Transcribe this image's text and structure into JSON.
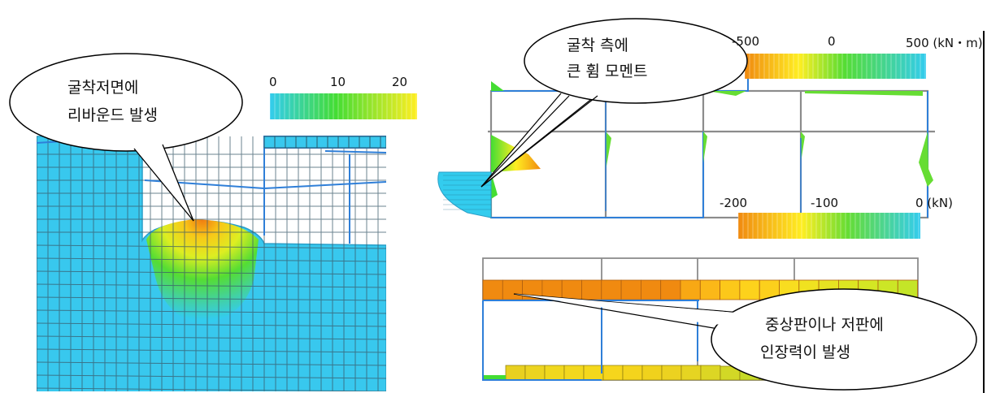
{
  "left_panel": {
    "scale_labels": [
      "0",
      "10",
      "20"
    ],
    "callout_lines": [
      "굴착저면에",
      "리바운드 발생"
    ]
  },
  "moment_panel": {
    "scale_labels": [
      "-500",
      "0",
      "500 (kN・m)"
    ],
    "callout_lines": [
      "굴착  측에",
      "큰  휨  모멘트"
    ]
  },
  "axial_panel": {
    "scale_labels": [
      "-200",
      "-100",
      "0 (kN)"
    ],
    "callout_lines": [
      "중상판이나  저판에",
      "인장력이  발생"
    ]
  },
  "colors": {
    "low": "#33ccee",
    "mid": "#44dd33",
    "high": "#ffee22",
    "peak": "#f08a10",
    "frame": "#8c8c8c",
    "outline": "#2f7fd8"
  }
}
